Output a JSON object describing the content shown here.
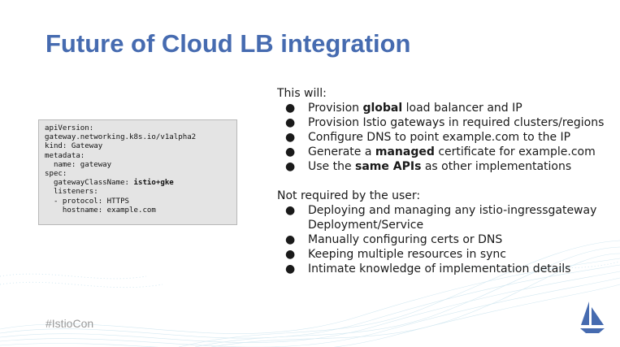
{
  "slide": {
    "title": "Future of Cloud LB integration",
    "footer_tag": "#IstioCon",
    "logo_icon": "istio-sail-icon",
    "colors": {
      "title": "#466bb0",
      "logo": "#466bb0",
      "code_bg": "#e4e4e4",
      "footer": "#9a9a9a"
    }
  },
  "code": {
    "lines": [
      [
        "apiVersion:",
        ""
      ],
      [
        "gateway.networking.k8s.io/v1alpha2",
        ""
      ],
      [
        "kind: Gateway",
        ""
      ],
      [
        "metadata:",
        ""
      ],
      [
        "  name: gateway",
        ""
      ],
      [
        "spec:",
        ""
      ],
      [
        "  gatewayClassName: ",
        "istio+gke"
      ],
      [
        "  listeners:",
        ""
      ],
      [
        "  - protocol: HTTPS",
        ""
      ],
      [
        "    hostname: example.com",
        ""
      ]
    ]
  },
  "will": {
    "intro": "This will:",
    "bullet_char": "●",
    "items": [
      {
        "before": "Provision ",
        "bold": "global",
        "after": " load balancer and IP"
      },
      {
        "before": "Provision Istio gateways in required clusters/regions",
        "bold": "",
        "after": ""
      },
      {
        "before": "Configure DNS to point example.com to the IP",
        "bold": "",
        "after": ""
      },
      {
        "before": "Generate a ",
        "bold": "managed",
        "after": " certificate for example.com"
      },
      {
        "before": "Use the ",
        "bold": "same APIs",
        "after": " as other implementations"
      }
    ]
  },
  "not_required": {
    "intro": "Not required by the user:",
    "bullet_char": "●",
    "items": [
      {
        "before": "Deploying and managing any istio-ingressgateway Deployment/Service",
        "bold": "",
        "after": ""
      },
      {
        "before": "Manually configuring certs or DNS",
        "bold": "",
        "after": ""
      },
      {
        "before": "Keeping multiple resources in sync",
        "bold": "",
        "after": ""
      },
      {
        "before": "Intimate knowledge of implementation details",
        "bold": "",
        "after": ""
      }
    ]
  }
}
